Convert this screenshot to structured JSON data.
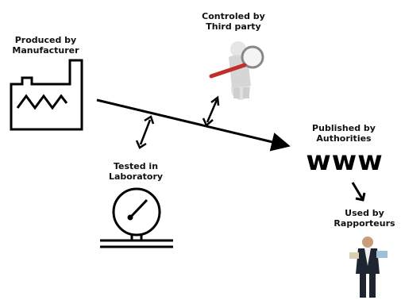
{
  "labels": {
    "manufacturer": [
      "Produced by",
      "Manufacturer"
    ],
    "third_party": [
      "Controled by",
      "Third party"
    ],
    "authorities": [
      "Published by",
      "Authorities"
    ],
    "laboratory": [
      "Tested in",
      "Laboratory"
    ],
    "rapporteurs": [
      "Used by",
      "Rapporteurs"
    ]
  },
  "www_text": "www",
  "icons": {
    "factory": "factory-icon",
    "magnifier": "magnifier-person-icon",
    "gauge": "pressure-gauge-icon",
    "person": "businessman-icon"
  },
  "colors": {
    "ink": "#000000",
    "magnifier_handle": "#c0302a",
    "figure": "#d9d9d9"
  }
}
